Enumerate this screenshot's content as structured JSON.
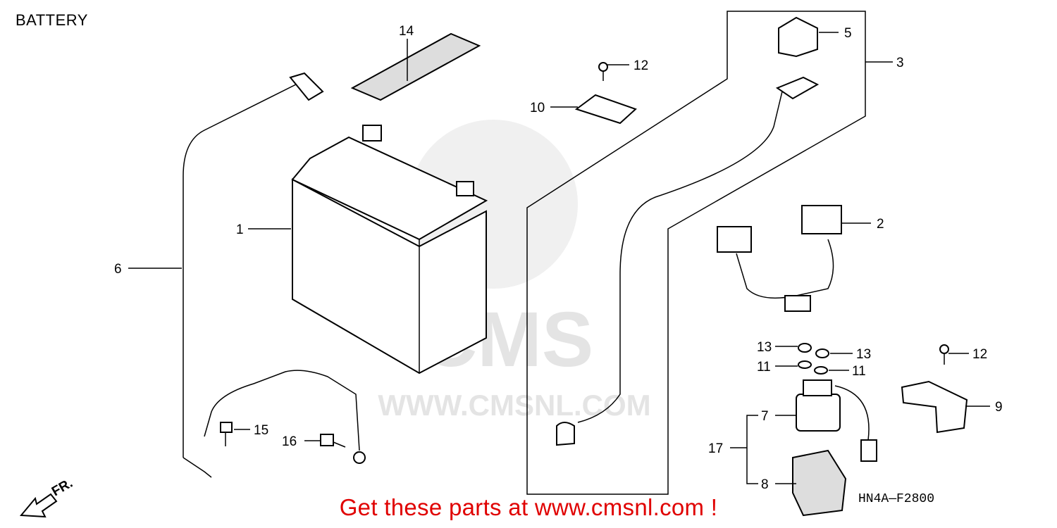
{
  "title": "BATTERY",
  "watermark": {
    "brand": "CMS",
    "url": "WWW.CMSNL.COM"
  },
  "direction_label": "FR.",
  "diagram_code": "HN4A—F2800",
  "callouts": {
    "c1": "1",
    "c2": "2",
    "c3": "3",
    "c4": "14",
    "c5": "5",
    "c6": "6",
    "c7": "7",
    "c8": "8",
    "c9": "9",
    "c10": "10",
    "c11a": "11",
    "c11b": "11",
    "c12a": "12",
    "c12b": "12",
    "c13a": "13",
    "c13b": "13",
    "c15": "15",
    "c16": "16",
    "c17": "17"
  },
  "footer_cta": "Get these parts at www.cmsnl.com !",
  "colors": {
    "cta": "#e00000",
    "watermark": "#e4e4e4"
  }
}
